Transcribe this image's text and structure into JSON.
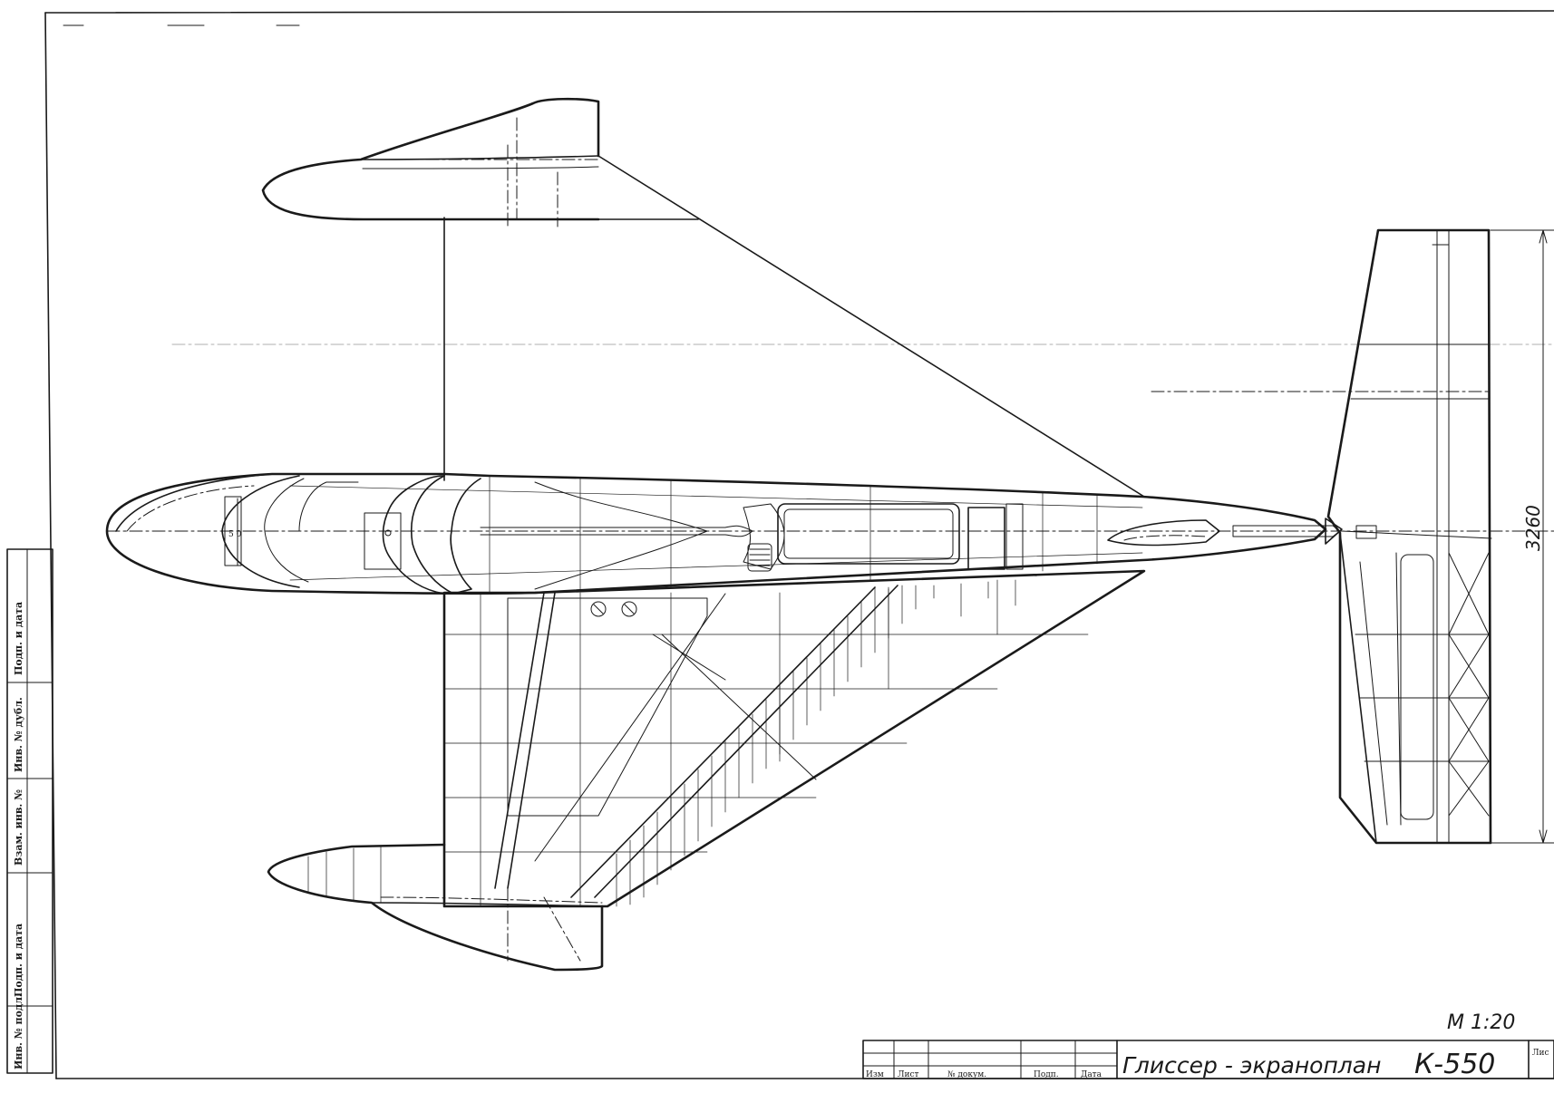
{
  "drawing": {
    "title": "Глиссер - экраноплан",
    "model": "К-550",
    "scale": "М 1:20",
    "dimension": "3260"
  },
  "side_stamp": {
    "fields": [
      "Инв. № подл.",
      "Подп. и дата",
      "Взам. инв. №",
      "Инв. № дубл.",
      "Подп. и дата"
    ]
  },
  "title_block": {
    "columns": [
      "Изм",
      "Лист",
      "№ докум.",
      "Подп.",
      "Дата"
    ],
    "corner_label": "Лис"
  }
}
